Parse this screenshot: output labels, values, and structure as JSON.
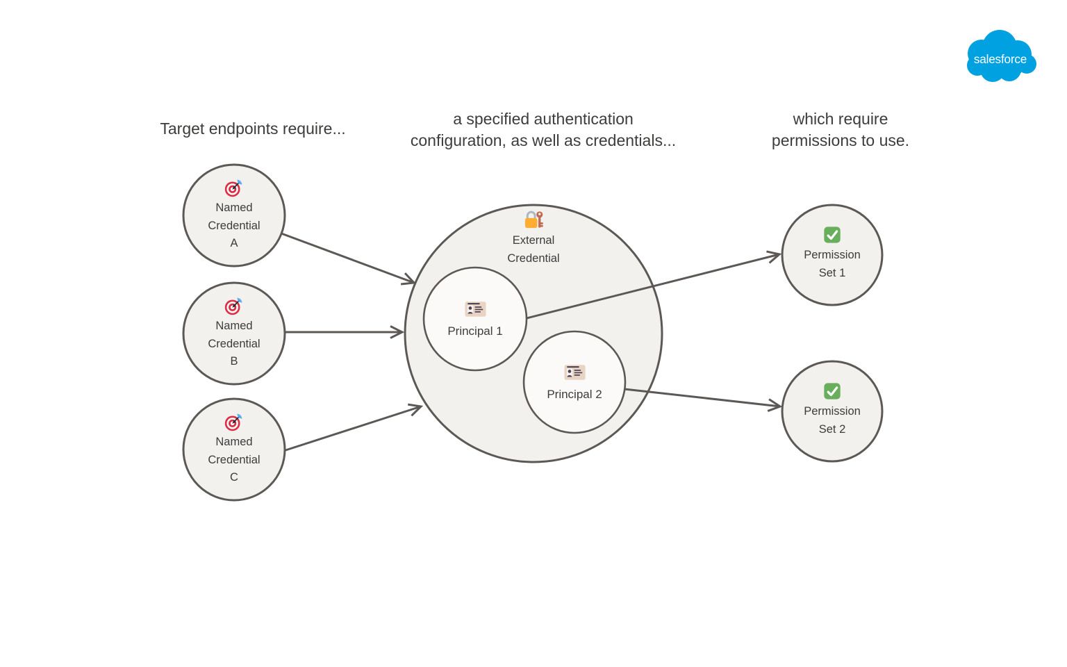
{
  "logo": {
    "label": "salesforce"
  },
  "headers": {
    "left": "Target endpoints require...",
    "center": "a specified authentication\nconfiguration, as well as credentials...",
    "right": "which require\npermissions to use."
  },
  "nodes": {
    "named_credential_a": {
      "label": "Named\nCredential\nA",
      "icon": "target-icon"
    },
    "named_credential_b": {
      "label": "Named\nCredential\nB",
      "icon": "target-icon"
    },
    "named_credential_c": {
      "label": "Named\nCredential\nC",
      "icon": "target-icon"
    },
    "external_credential": {
      "label": "External\nCredential",
      "icon": "locked-with-key-icon"
    },
    "principal_1": {
      "label": "Principal 1",
      "icon": "id-card-icon"
    },
    "principal_2": {
      "label": "Principal 2",
      "icon": "id-card-icon"
    },
    "permission_set_1": {
      "label": "Permission\nSet 1",
      "icon": "check-mark-icon"
    },
    "permission_set_2": {
      "label": "Permission\nSet 2",
      "icon": "check-mark-icon"
    }
  },
  "connections": [
    {
      "from": "named_credential_a",
      "to": "external_credential"
    },
    {
      "from": "named_credential_b",
      "to": "external_credential"
    },
    {
      "from": "named_credential_c",
      "to": "external_credential"
    },
    {
      "from": "principal_1",
      "to": "permission_set_1"
    },
    {
      "from": "principal_2",
      "to": "permission_set_2"
    }
  ],
  "colors": {
    "node_fill": "#F2F1EE",
    "inner_node_fill": "#FBFAF9",
    "node_stroke": "#5B5855",
    "text": "#3E3C3A",
    "logo_blue": "#00A1E0",
    "check_green": "#69AE5C",
    "target_red": "#DD2E44",
    "dart_blue": "#55ACEE",
    "lock_orange": "#FFAC33",
    "key_brown": "#C1694F",
    "card_beige": "#E9D4C3"
  }
}
